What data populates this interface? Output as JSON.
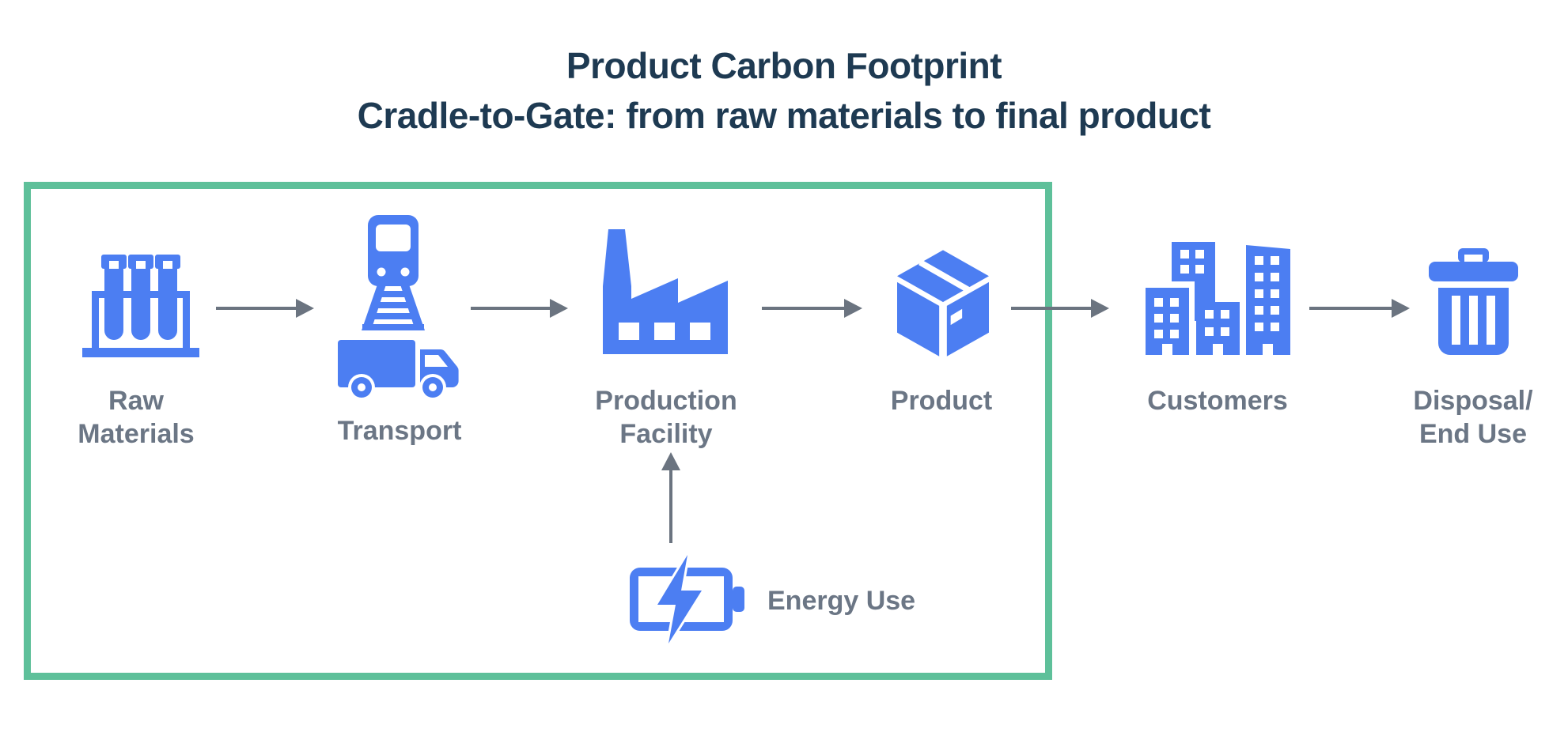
{
  "title": {
    "line1": "Product Carbon Footprint",
    "line2": "Cradle-to-Gate: from raw materials to final product"
  },
  "stages": [
    {
      "id": "raw-materials",
      "icon": "test-tubes-icon",
      "label_lines": [
        "Raw",
        "Materials"
      ]
    },
    {
      "id": "transport",
      "icon": "train-truck-icon",
      "label_lines": [
        "Transport"
      ]
    },
    {
      "id": "production-facility",
      "icon": "factory-icon",
      "label_lines": [
        "Production",
        "Facility"
      ]
    },
    {
      "id": "product",
      "icon": "package-box-icon",
      "label_lines": [
        "Product"
      ]
    },
    {
      "id": "customers",
      "icon": "city-buildings-icon",
      "label_lines": [
        "Customers"
      ]
    },
    {
      "id": "disposal-end-use",
      "icon": "trash-can-icon",
      "label_lines": [
        "Disposal/",
        "End Use"
      ]
    }
  ],
  "energy": {
    "icon": "battery-charging-icon",
    "label": "Energy Use"
  },
  "colors": {
    "icon_blue": "#4c7ef2",
    "boundary_green": "#5ec09a",
    "label_gray": "#6b7685",
    "arrow_gray": "#6b7480",
    "title_navy": "#1e3a52"
  }
}
